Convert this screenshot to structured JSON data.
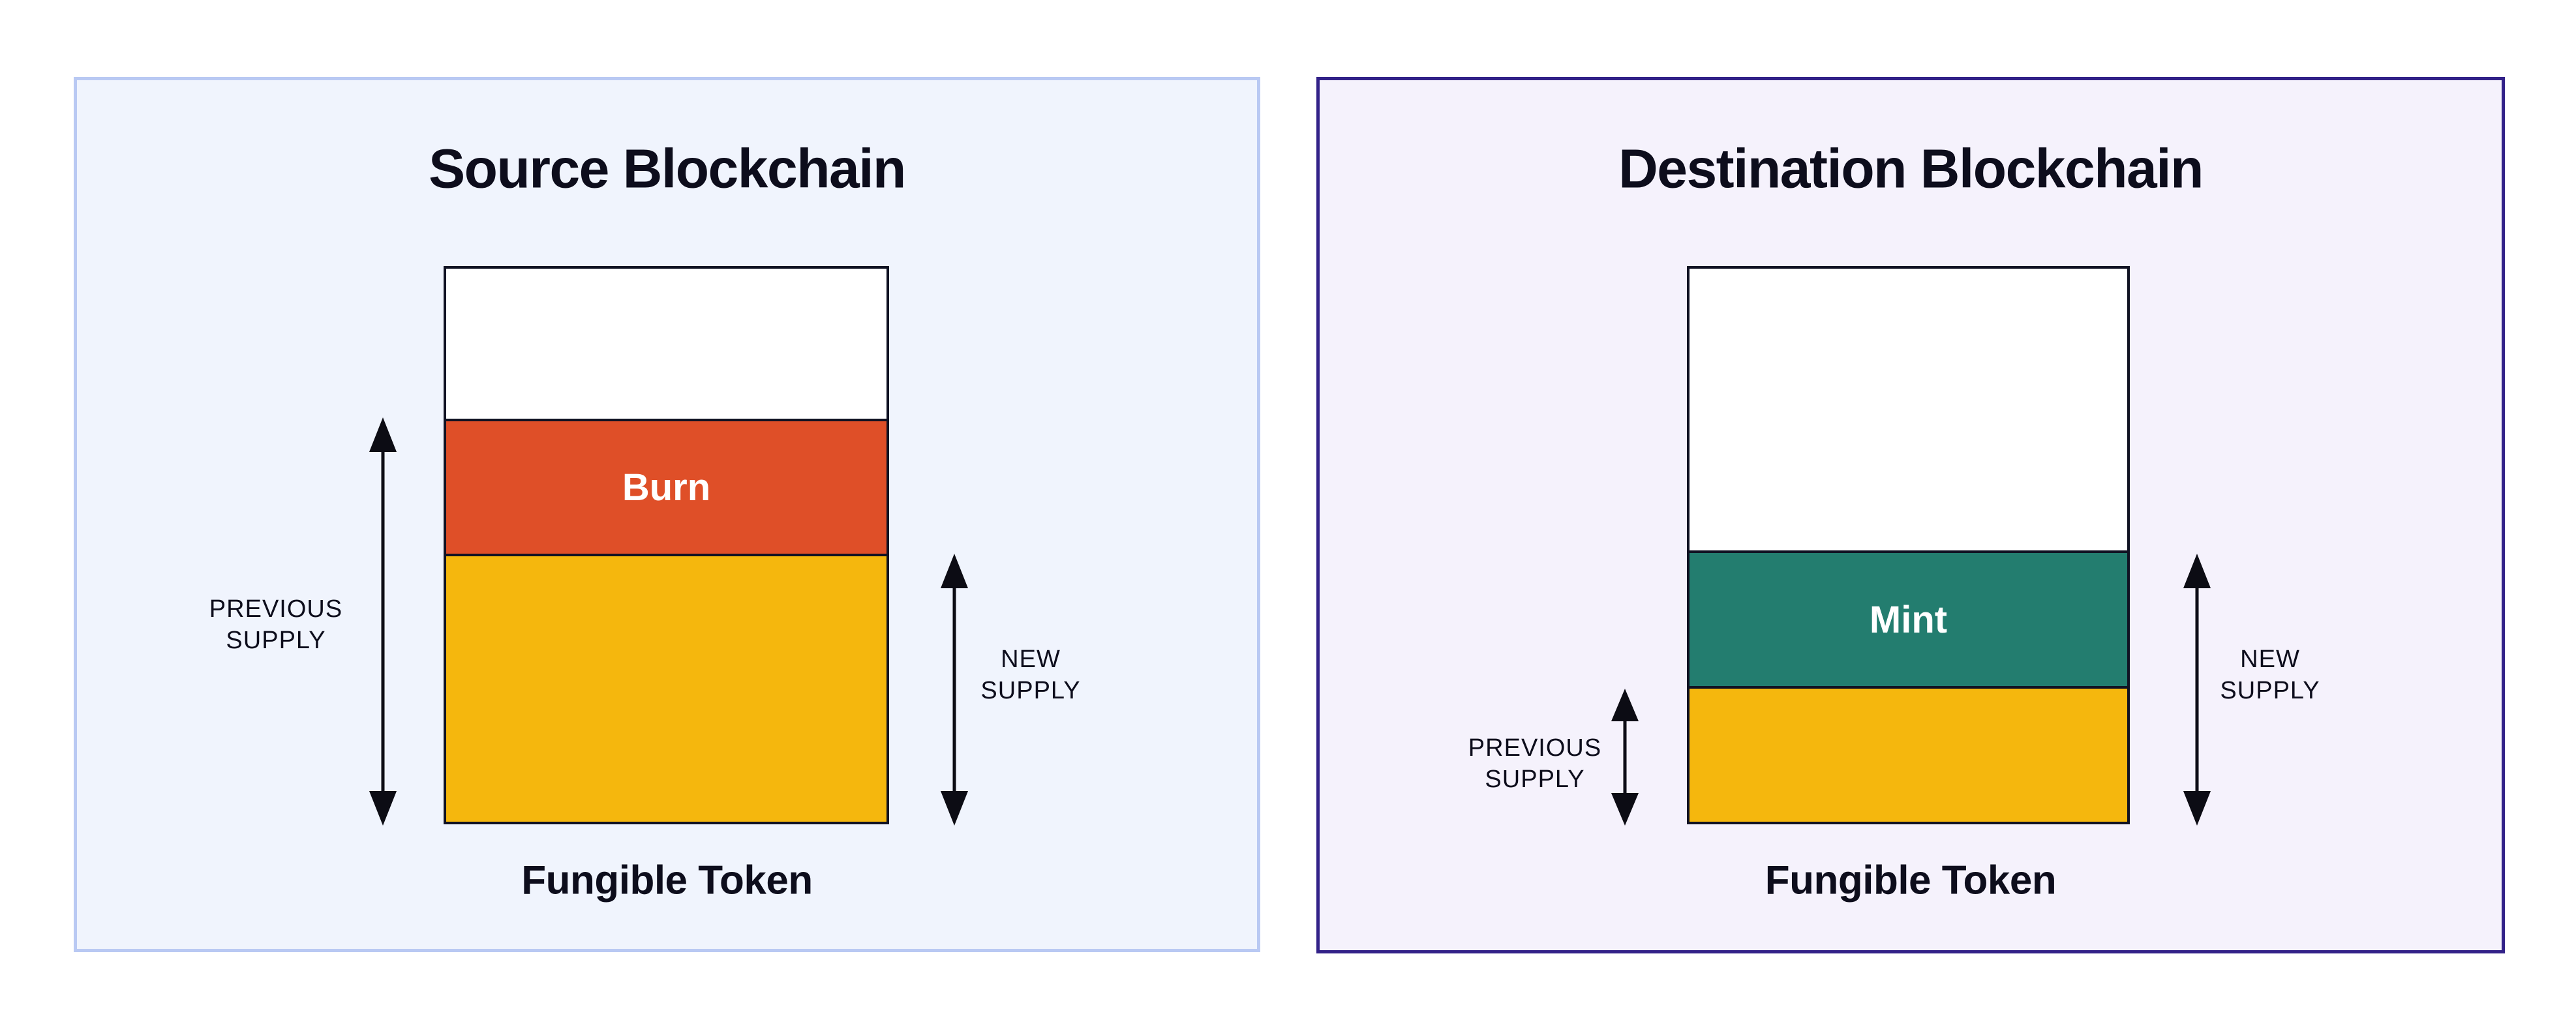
{
  "colors": {
    "source_panel_bg": "#F0F4FD",
    "source_panel_border": "#B9C9F3",
    "dest_panel_bg": "#F5F2FC",
    "dest_panel_border": "#322188",
    "bar_outline": "#101223",
    "burn": "#DF4F28",
    "mint": "#237D6F",
    "supply_yellow": "#F5B70D",
    "arrow": "#0C0C14",
    "text_dark": "#0D0D1C",
    "segment_label_text": "#FFFFFF"
  },
  "source_panel": {
    "title": "Source Blockchain",
    "token_label": "Fungible Token",
    "burn_label": "Burn",
    "previous_supply": {
      "line1": "PREVIOUS",
      "line2": "SUPPLY"
    },
    "new_supply": {
      "line1": "NEW",
      "line2": "SUPPLY"
    }
  },
  "destination_panel": {
    "title": "Destination Blockchain",
    "token_label": "Fungible Token",
    "mint_label": "Mint",
    "previous_supply": {
      "line1": "PREVIOUS",
      "line2": "SUPPLY"
    },
    "new_supply": {
      "line1": "NEW",
      "line2": "SUPPLY"
    }
  }
}
